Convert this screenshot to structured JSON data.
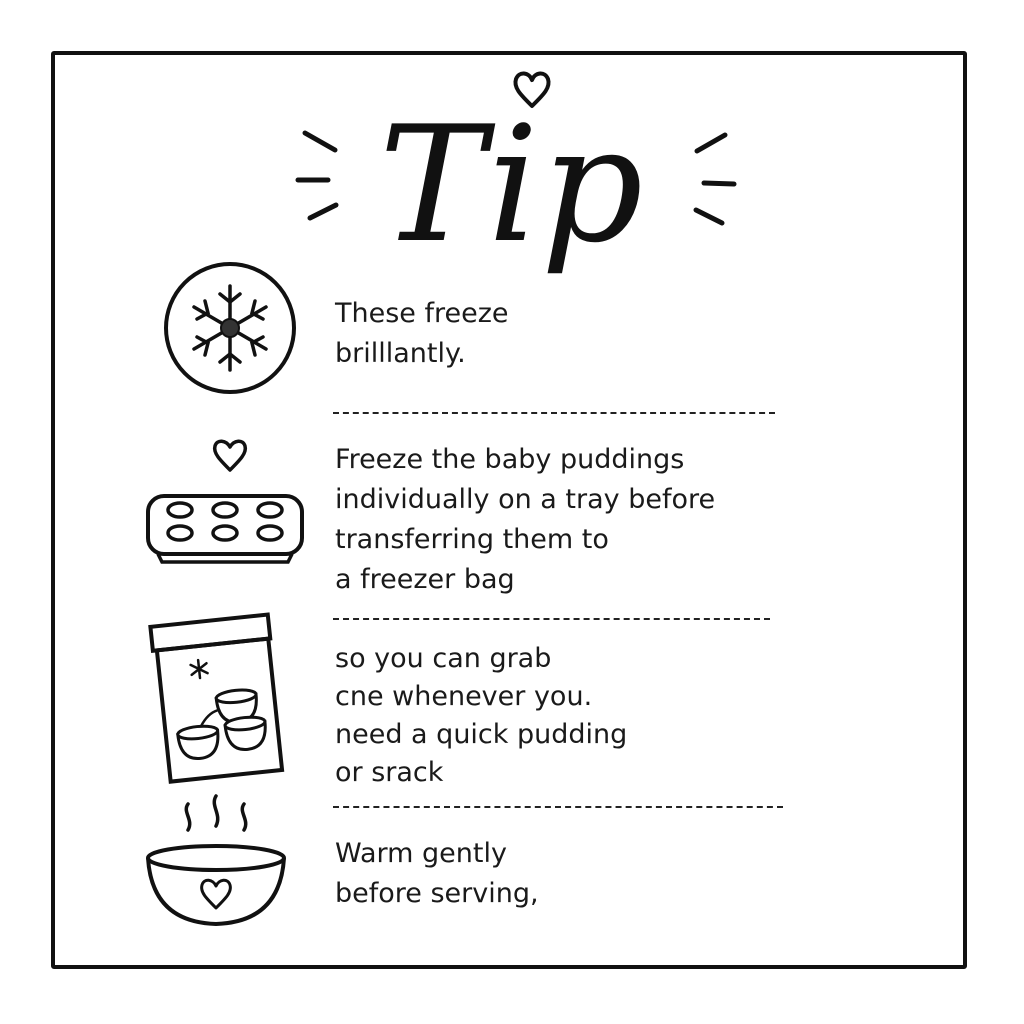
{
  "title": "Tip",
  "tips": [
    {
      "text": "These freeze\nbrilllantly.",
      "icon": "snowflake-icon"
    },
    {
      "text": "Freeze the baby puddings\nindividually on a tray before\ntransferring them to\na freezer bag",
      "icon": "muffin-tray-icon"
    },
    {
      "text": "so you can grab\ncne whenever you.\nneed a quick pudding\nor srack",
      "icon": "freezer-bag-icon"
    },
    {
      "text": "Warm gently\nbefore serving,",
      "icon": "warm-bowl-icon"
    }
  ],
  "colors": {
    "ink": "#111111",
    "background": "#ffffff"
  }
}
